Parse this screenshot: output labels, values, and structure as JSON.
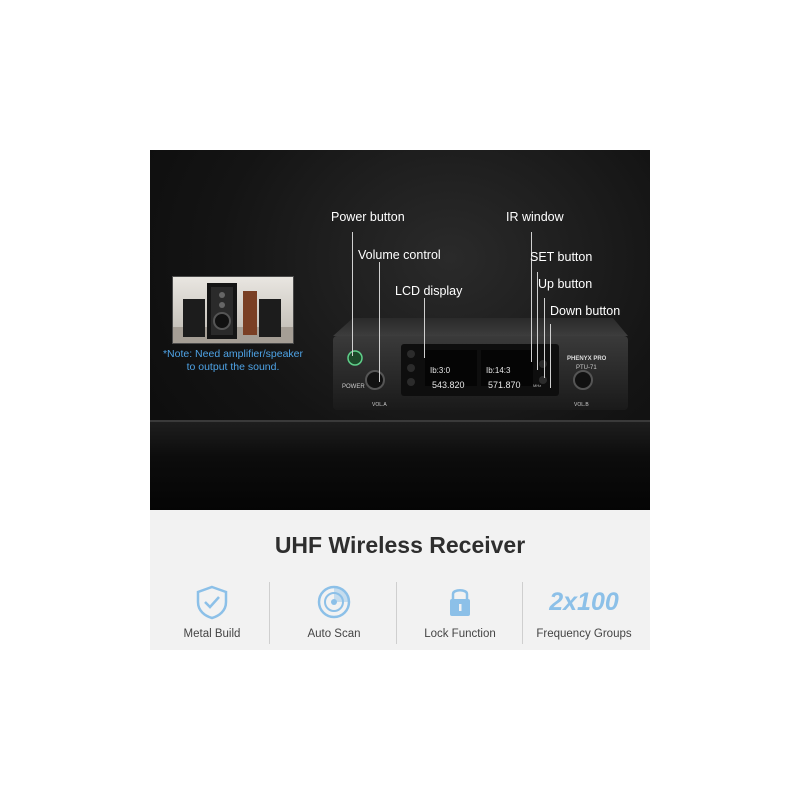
{
  "callouts": {
    "power_button": "Power button",
    "volume_control": "Volume control",
    "lcd_display": "LCD display",
    "ir_window": "IR window",
    "set_button": "SET button",
    "up_button": "Up button",
    "down_button": "Down button"
  },
  "note": {
    "line1": "*Note: Need amplifier/speaker",
    "line2": "to output the sound."
  },
  "device": {
    "brand": "PHENYX PRO",
    "model": "PTU-71",
    "power_label": "POWER",
    "vol_a_label": "VOL.A",
    "vol_b_label": "VOL.B",
    "lcd_a_top": "Ib:3:0",
    "lcd_a_freq": "543.820",
    "lcd_b_top": "Ib:14:3",
    "lcd_b_freq": "571.870",
    "unit": "MHz"
  },
  "title": "UHF Wireless Receiver",
  "features": [
    {
      "label": "Metal Build",
      "icon": "shield-check-icon"
    },
    {
      "label": "Auto Scan",
      "icon": "scan-radar-icon"
    },
    {
      "label": "Lock Function",
      "icon": "padlock-icon"
    },
    {
      "label": "Frequency Groups",
      "icon": "2x100",
      "text": "2x100"
    }
  ],
  "colors": {
    "accent": "#8cc0e8",
    "note": "#4ea3e6",
    "title": "#2e2e2e"
  }
}
